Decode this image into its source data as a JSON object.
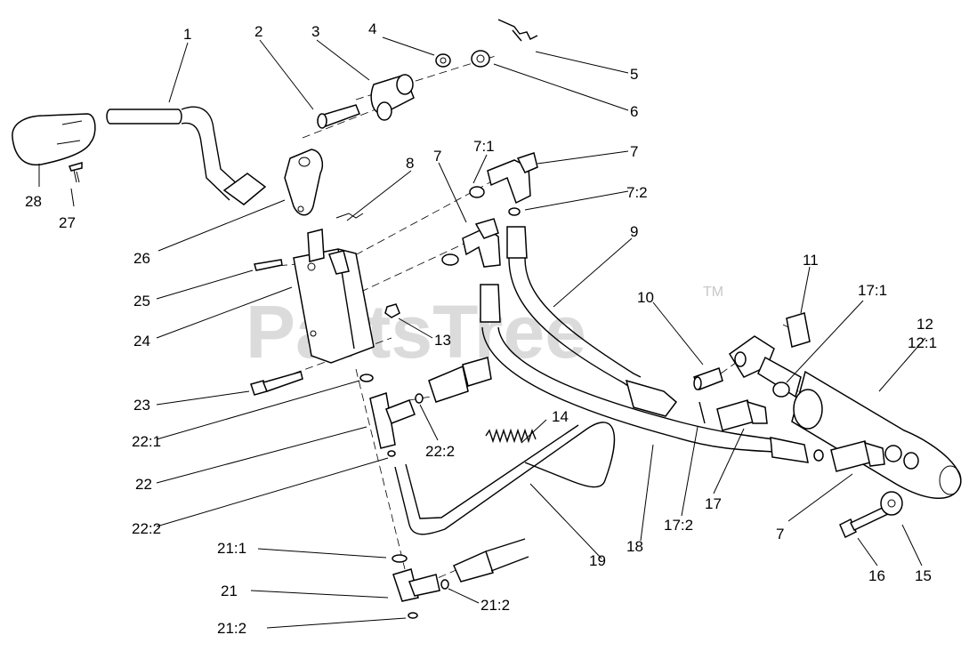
{
  "watermark": {
    "text": "PartsTree",
    "trademark": "TM"
  },
  "labels": {
    "p1": "1",
    "p2": "2",
    "p3": "3",
    "p4": "4",
    "p5": "5",
    "p6": "6",
    "p7a": "7",
    "p7b": "7",
    "p7c": "7",
    "p7_1": "7:1",
    "p7_2": "7:2",
    "p8": "8",
    "p9": "9",
    "p10": "10",
    "p11": "11",
    "p12": "12",
    "p12_1": "12:1",
    "p13": "13",
    "p14": "14",
    "p15": "15",
    "p16": "16",
    "p17": "17",
    "p17_1": "17:1",
    "p17_2": "17:2",
    "p18": "18",
    "p19": "19",
    "p21": "21",
    "p21_1": "21:1",
    "p21_2a": "21:2",
    "p21_2b": "21:2",
    "p22": "22",
    "p22_1": "22:1",
    "p22_2a": "22:2",
    "p22_2b": "22:2",
    "p23": "23",
    "p24": "24",
    "p25": "25",
    "p26": "26",
    "p27": "27",
    "p28": "28"
  }
}
